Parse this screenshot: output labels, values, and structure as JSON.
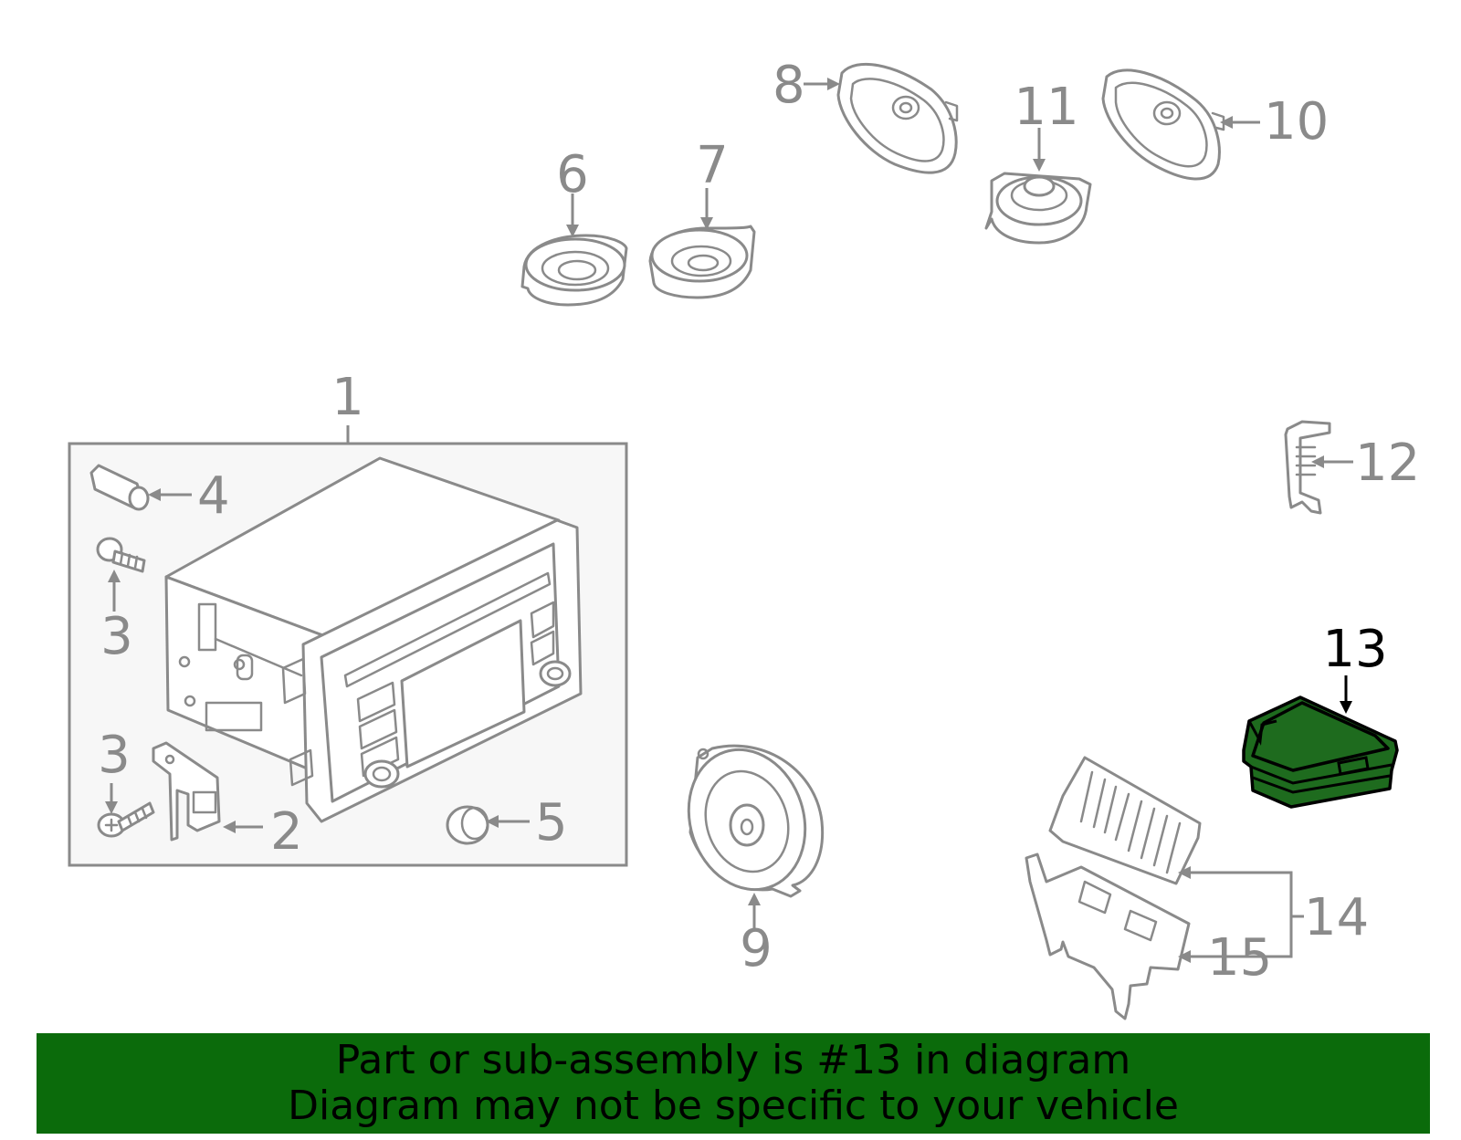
{
  "diagram": {
    "highlighted_part": "13",
    "highlight_color": "#1e6b1e",
    "callouts": {
      "c1": "1",
      "c2": "2",
      "c3a": "3",
      "c3b": "3",
      "c4": "4",
      "c5": "5",
      "c6": "6",
      "c7": "7",
      "c8": "8",
      "c9": "9",
      "c10": "10",
      "c11": "11",
      "c12": "12",
      "c13": "13",
      "c14": "14",
      "c15": "15"
    }
  },
  "footer": {
    "background": "#0b6b0b",
    "line1": "Part or sub-assembly is #13 in diagram",
    "line2": "Diagram may not be specific to your vehicle"
  }
}
